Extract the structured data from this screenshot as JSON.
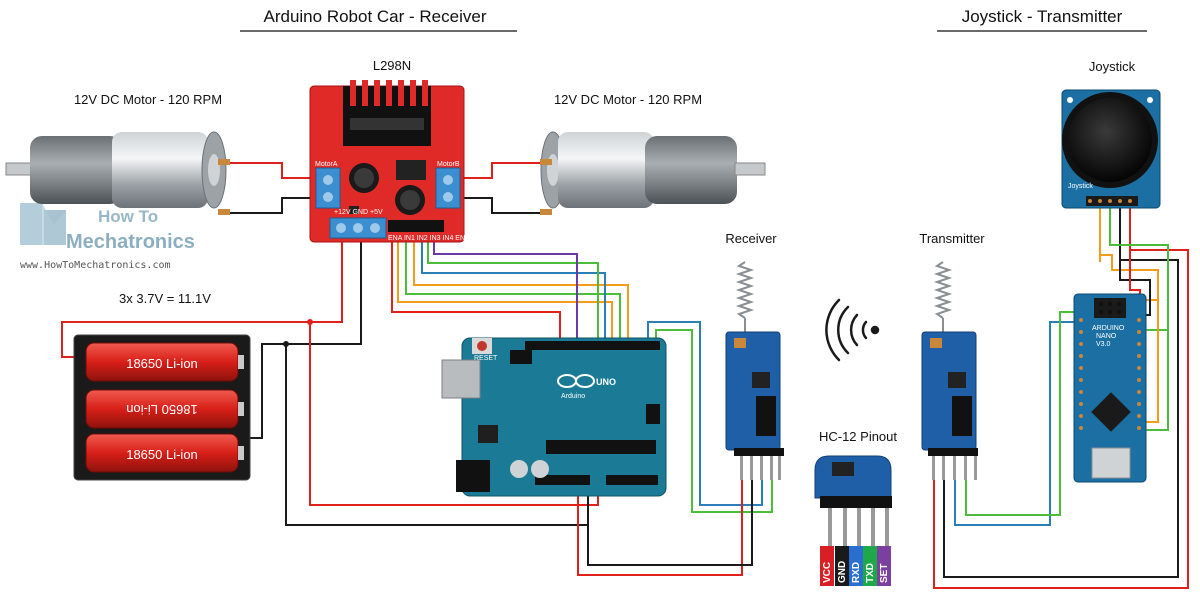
{
  "titles": {
    "receiver_section": "Arduino Robot Car - Receiver",
    "transmitter_section": "Joystick - Transmitter"
  },
  "labels": {
    "l298n": "L298N",
    "motor_left": "12V DC Motor - 120 RPM",
    "motor_right": "12V DC Motor - 120 RPM",
    "battery_voltage": "3x 3.7V = 11.1V",
    "receiver": "Receiver",
    "transmitter": "Transmitter",
    "joystick": "Joystick",
    "hc12_pinout": "HC-12 Pinout"
  },
  "battery_cells": [
    "18650 Li-ion",
    "18650 Li-ion",
    "18650 Li-ion"
  ],
  "hc12_pins": [
    {
      "name": "VCC",
      "color": "#d81f26"
    },
    {
      "name": "GND",
      "color": "#1a1a1a"
    },
    {
      "name": "RXD",
      "color": "#2a6fcf"
    },
    {
      "name": "TXD",
      "color": "#1fa84a"
    },
    {
      "name": "SET",
      "color": "#7b3fa0"
    }
  ],
  "l298n_board": {
    "motor_a": "MotorA",
    "motor_b": "MotorB",
    "power_terminals": "+12V GND +5V",
    "control_pins": "ENA IN1 IN2 IN3 IN4 ENB"
  },
  "arduino_uno": {
    "brand": "Arduino",
    "model": "UNO",
    "reset": "RESET"
  },
  "arduino_nano": {
    "brand": "ARDUINO",
    "model": "NANO",
    "version": "V3.0"
  },
  "joystick_board": {
    "label": "Joystick"
  },
  "watermark": {
    "line1": "How To",
    "line2": "Mechatronics",
    "url": "www.HowToMechatronics.com"
  },
  "colors": {
    "red_wire": "#e0201b",
    "black_wire": "#1a1a1a",
    "l298n_board": "#e02a28",
    "arduino_board": "#1b7a95",
    "hc12_board": "#1f5fa8",
    "battery_cell": "#d92620",
    "wire_purple": "#6a3aa6",
    "wire_blue": "#2a7fb8",
    "wire_orange": "#f59c1a",
    "wire_green": "#4bbd3a",
    "wire_teal": "#2a8fa0"
  }
}
